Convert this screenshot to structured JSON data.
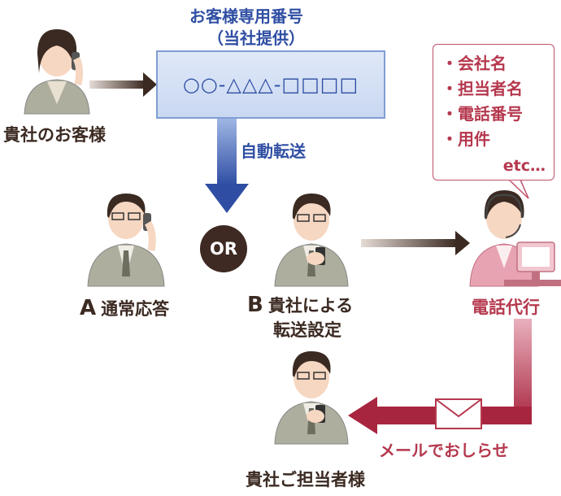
{
  "number_box": {
    "title_line1": "お客様専用番号",
    "title_line2": "（当社提供）",
    "number": "○○-△△△-□□□□"
  },
  "customer": {
    "label": "貴社のお客様"
  },
  "transfer": {
    "label": "自動転送"
  },
  "or_badge": {
    "label": "OR"
  },
  "option_a": {
    "letter": "A",
    "label": "通常応答"
  },
  "option_b": {
    "letter": "B",
    "label_line1": "貴社による",
    "label_line2": "転送設定"
  },
  "memo": {
    "items": [
      "会社名",
      "担当者名",
      "電話番号",
      "用件"
    ],
    "etc": "etc…"
  },
  "call_service": {
    "label": "電話代行"
  },
  "mail_notice": {
    "label": "メールでおしらせ"
  },
  "person_in_charge": {
    "label": "貴社ご担当者様"
  },
  "colors": {
    "blue": "#2f4ea3",
    "rose": "#b5384e",
    "dark_brown": "#3b2a22",
    "person_gray": "#aeae9e"
  }
}
